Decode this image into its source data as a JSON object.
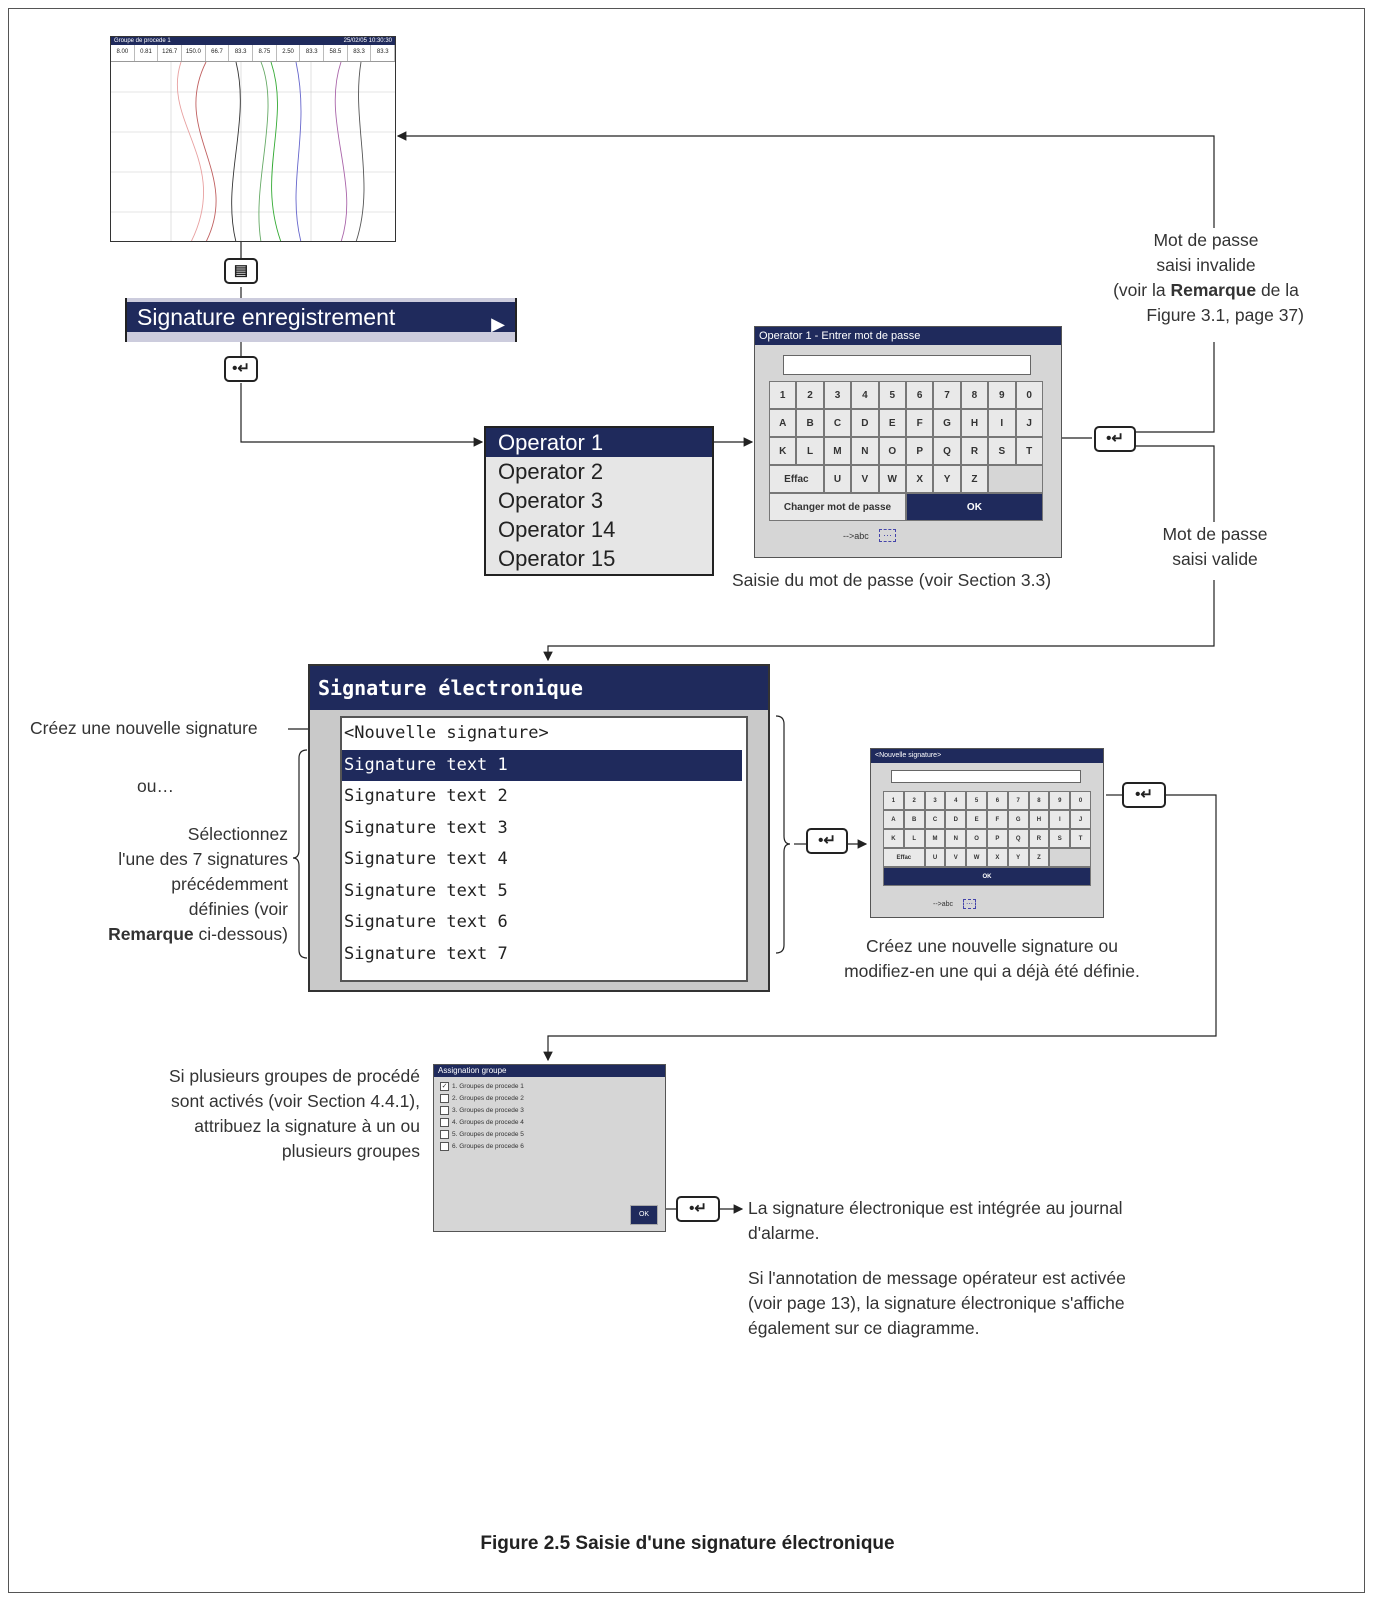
{
  "trend_screen": {
    "title": "Groupe de procede 1",
    "clock": "25/02/05 10:30:30",
    "readings": [
      "8.00",
      "0.81",
      "126.7",
      "150.0",
      "66.7",
      "83.3",
      "8.75",
      "2.50",
      "83.3",
      "58.5",
      "83.3",
      "83.3"
    ]
  },
  "menu": {
    "label": "Signature enregistrement"
  },
  "operators": [
    "Operator 1",
    "Operator 2",
    "Operator 3",
    "Operator 14",
    "Operator 15"
  ],
  "password_dialog": {
    "title": "Operator 1 - Entrer mot de passe",
    "row1": [
      "1",
      "2",
      "3",
      "4",
      "5",
      "6",
      "7",
      "8",
      "9",
      "0"
    ],
    "row2": [
      "A",
      "B",
      "C",
      "D",
      "E",
      "F",
      "G",
      "H",
      "I",
      "J"
    ],
    "row3": [
      "K",
      "L",
      "M",
      "N",
      "O",
      "P",
      "Q",
      "R",
      "S",
      "T"
    ],
    "row4": [
      "Effac",
      "U",
      "V",
      "W",
      "X",
      "Y",
      "Z"
    ],
    "change_password": "Changer mot de passe",
    "ok": "OK",
    "mode": "-->abc"
  },
  "password_caption": "Saisie du mot de passe (voir Section 3.3)",
  "invalid_label": {
    "line1": "Mot de passe",
    "line2": "saisi invalide",
    "line3_pre": "(voir la ",
    "line3_bold": "Remarque",
    "line3_post": " de la",
    "line4": "Figure 3.1, page 37)"
  },
  "valid_label": {
    "line1": "Mot de passe",
    "line2": "saisi valide"
  },
  "signature_dialog": {
    "title": "Signature électronique",
    "items": [
      "<Nouvelle signature>",
      "Signature text 1",
      "Signature text 2",
      "Signature text 3",
      "Signature text 4",
      "Signature text 5",
      "Signature text 6",
      "Signature text 7"
    ]
  },
  "left_notes": {
    "create": "Créez une nouvelle signature",
    "or": "ou…",
    "select1": "Sélectionnez",
    "select2": "l'une des 7 signatures",
    "select3": "précédemment",
    "select4": "définies (voir",
    "select5_bold": "Remarque",
    "select5_post": " ci-dessous)"
  },
  "new_sig_dialog": {
    "title": "<Nouvelle signature>",
    "row1": [
      "1",
      "2",
      "3",
      "4",
      "5",
      "6",
      "7",
      "8",
      "9",
      "0"
    ],
    "row2": [
      "A",
      "B",
      "C",
      "D",
      "E",
      "F",
      "G",
      "H",
      "I",
      "J"
    ],
    "row3": [
      "K",
      "L",
      "M",
      "N",
      "O",
      "P",
      "Q",
      "R",
      "S",
      "T"
    ],
    "row4": [
      "Effac",
      "U",
      "V",
      "W",
      "X",
      "Y",
      "Z"
    ],
    "ok": "OK",
    "mode": "-->abc"
  },
  "new_sig_caption": {
    "line1": "Créez une nouvelle signature ou",
    "line2": "modifiez-en une qui a déjà été définie."
  },
  "assign_dialog": {
    "title": "Assignation groupe",
    "items": [
      "1. Groupes de procede 1",
      "2. Groupes de procede 2",
      "3. Groupes de procede 3",
      "4. Groupes de procede 4",
      "5. Groupes de procede 5",
      "6. Groupes de procede 6"
    ],
    "checked": [
      true,
      false,
      false,
      false,
      false,
      false
    ],
    "ok": "OK"
  },
  "assign_note": {
    "line1": "Si plusieurs groupes de procédé",
    "line2": "sont activés (voir Section 4.4.1),",
    "line3": "attribuez la signature à un ou",
    "line4": "plusieurs groupes"
  },
  "result_note": {
    "line1": "La signature électronique est intégrée au journal",
    "line2": "d'alarme.",
    "line3": "Si l'annotation de message opérateur est activée",
    "line4": "(voir page 13), la signature électronique s'affiche",
    "line5": "également sur ce diagramme."
  },
  "caption": "Figure 2.5 Saisie d'une signature électronique",
  "colors": {
    "accent": "#1f2a5c",
    "dialog_bg": "#d6d6d6"
  },
  "icons": {
    "menu_key": "menu-key-icon",
    "enter_key": "enter-key-icon"
  }
}
